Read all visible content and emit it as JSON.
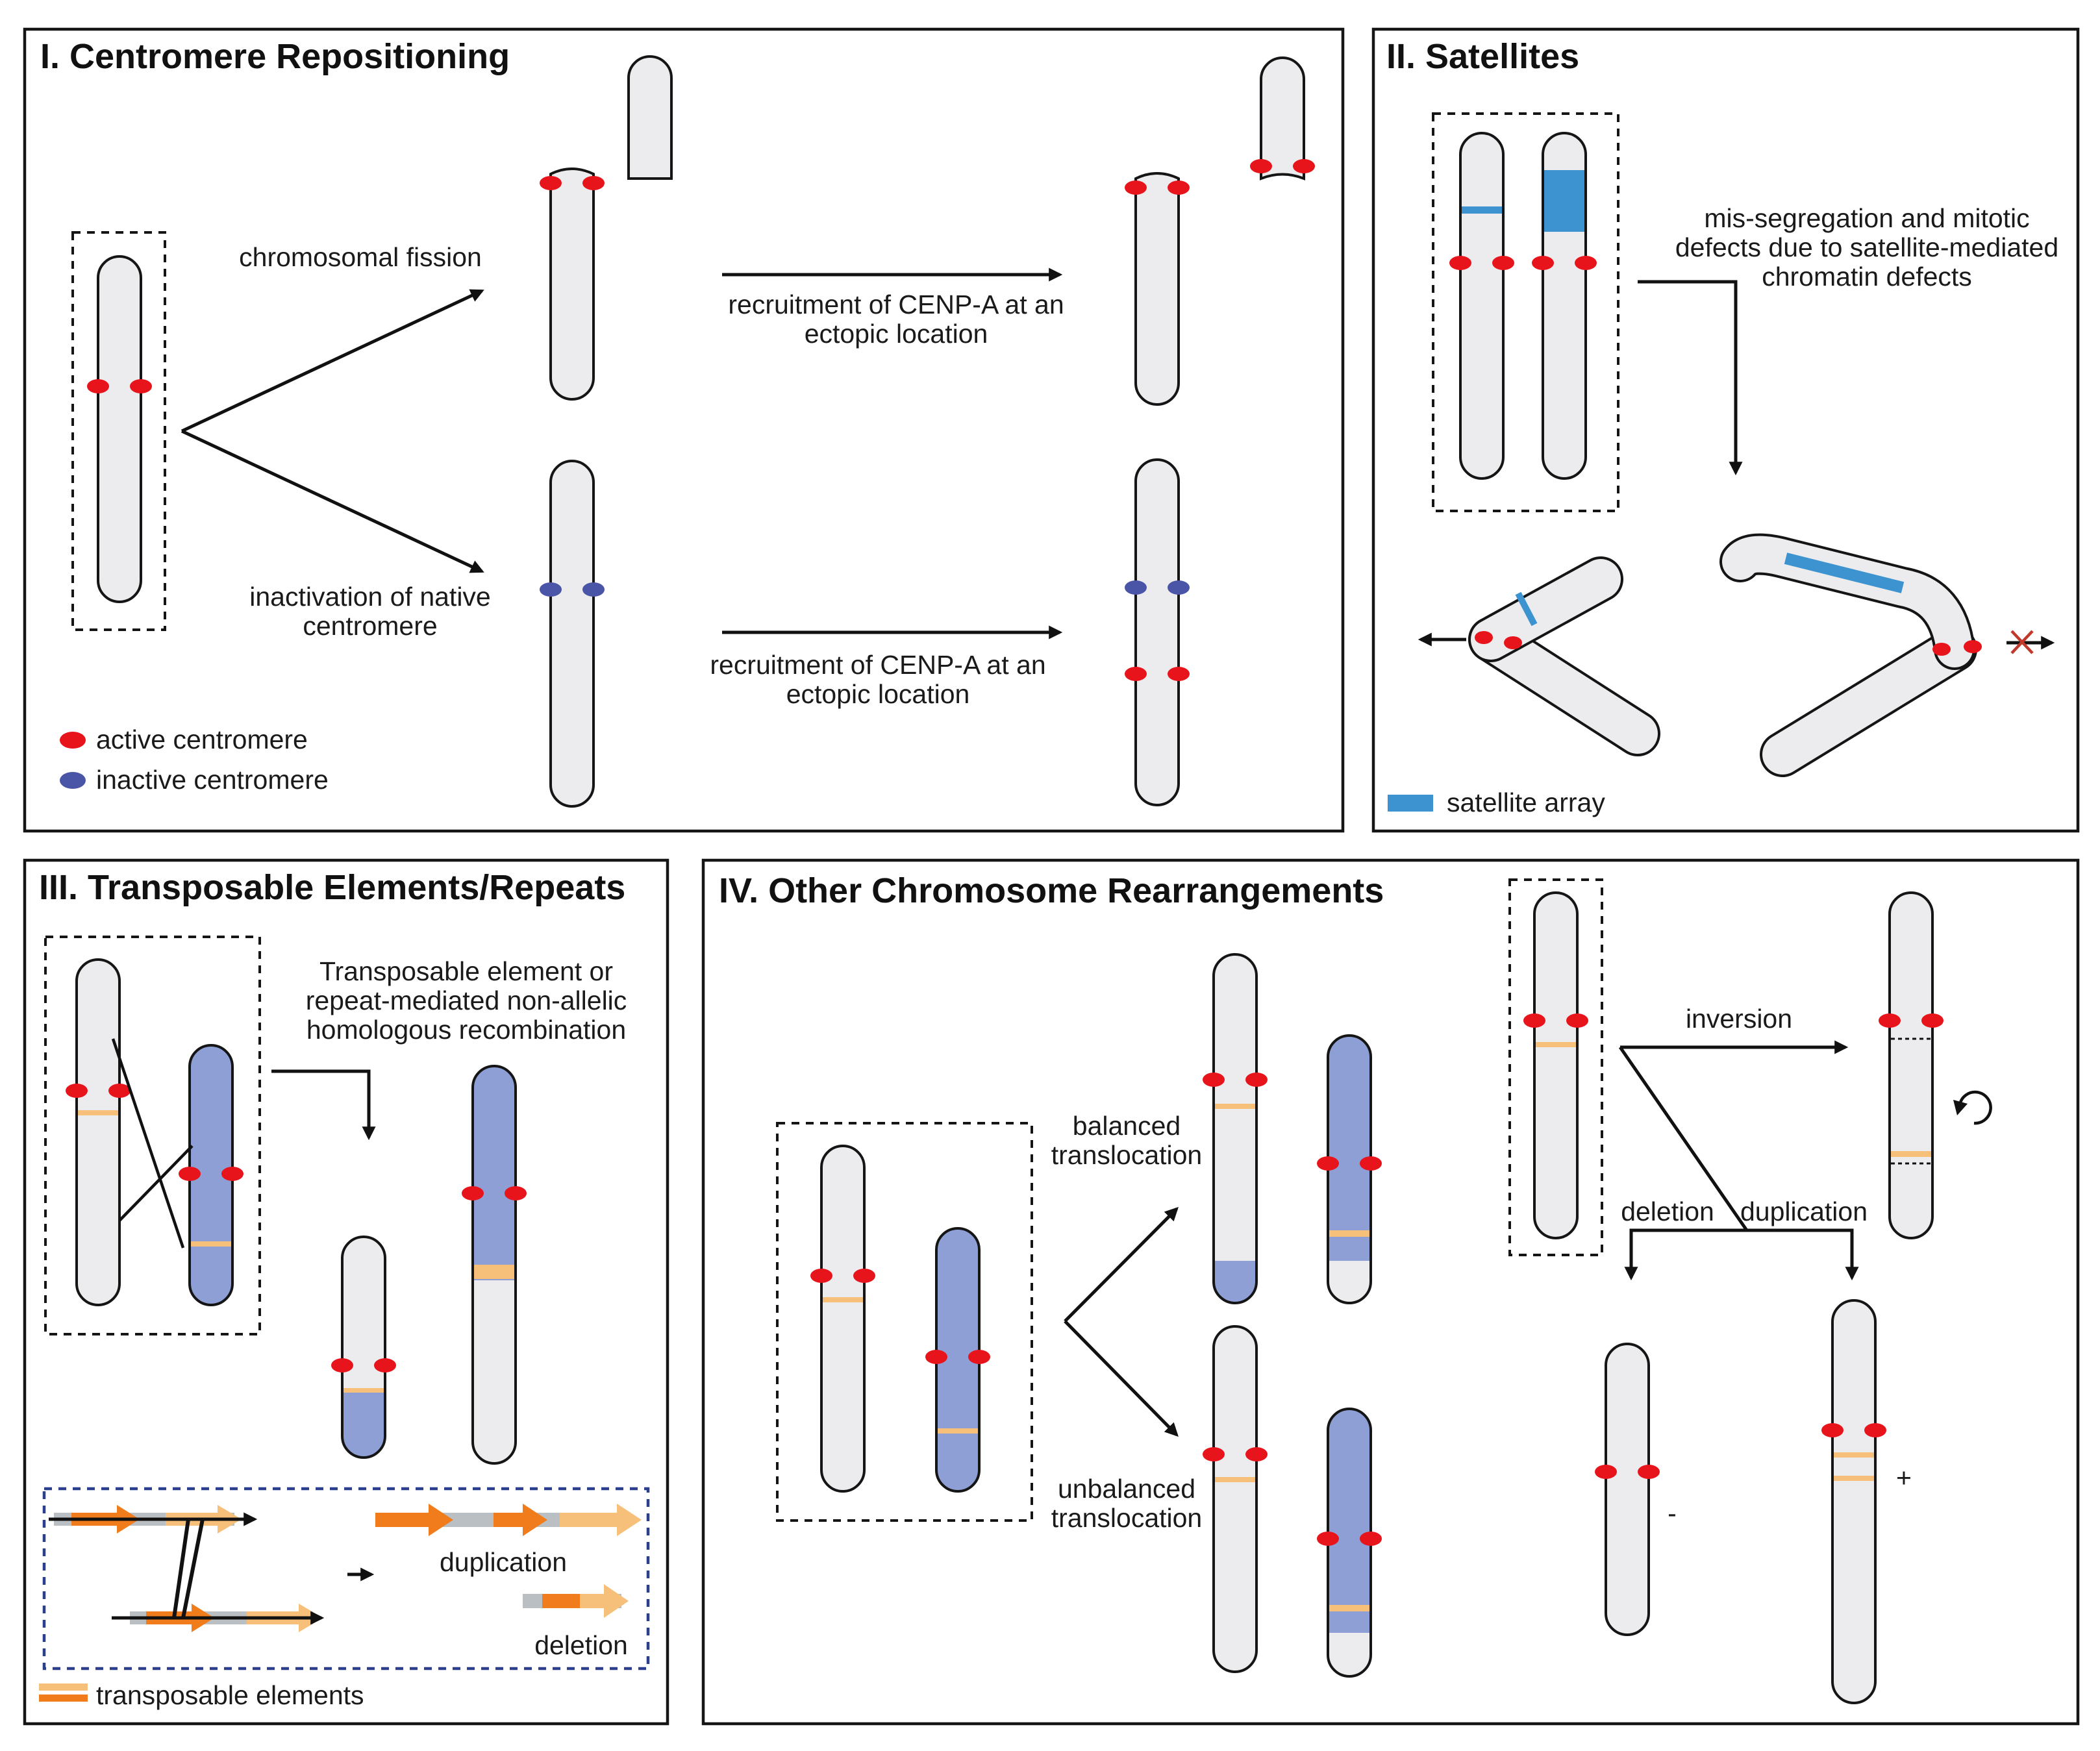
{
  "colors": {
    "chromosome": "#ececee",
    "chromosome_blue": "#8d9fd4",
    "active_centromere": "#e8141c",
    "inactive_centromere": "#4a55a8",
    "satellite": "#3d93cf",
    "te_light": "#f7c07a",
    "te_dark": "#f07c1c",
    "gray_segment": "#b9bfc2"
  },
  "panel1": {
    "title": "I. Centromere Repositioning",
    "fission_label": "chromosomal fission",
    "recruit1_line1": "recruitment of CENP-A at an",
    "recruit1_line2": "ectopic location",
    "inactivation_line1": "inactivation of native",
    "inactivation_line2": "centromere",
    "recruit2_line1": "recruitment of CENP-A at an",
    "recruit2_line2": "ectopic location",
    "legend_active": "active centromere",
    "legend_inactive": "inactive centromere"
  },
  "panel2": {
    "title": "II. Satellites",
    "desc_line1": "mis-segregation and mitotic",
    "desc_line2": "defects due to satellite-mediated",
    "desc_line3": "chromatin defects",
    "legend_satellite": "satellite array"
  },
  "panel3": {
    "title": "III. Transposable Elements/Repeats",
    "desc_line1": "Transposable element or",
    "desc_line2": "repeat-mediated non-allelic",
    "desc_line3": "homologous recombination",
    "duplication": "duplication",
    "deletion": "deletion",
    "legend_te": "transposable elements"
  },
  "panel4": {
    "title": "IV. Other Chromosome Rearrangements",
    "balanced_line1": "balanced",
    "balanced_line2": "translocation",
    "unbalanced_line1": "unbalanced",
    "unbalanced_line2": "translocation",
    "inversion": "inversion",
    "deletion": "deletion",
    "duplication": "duplication",
    "minus": "-",
    "plus": "+"
  }
}
